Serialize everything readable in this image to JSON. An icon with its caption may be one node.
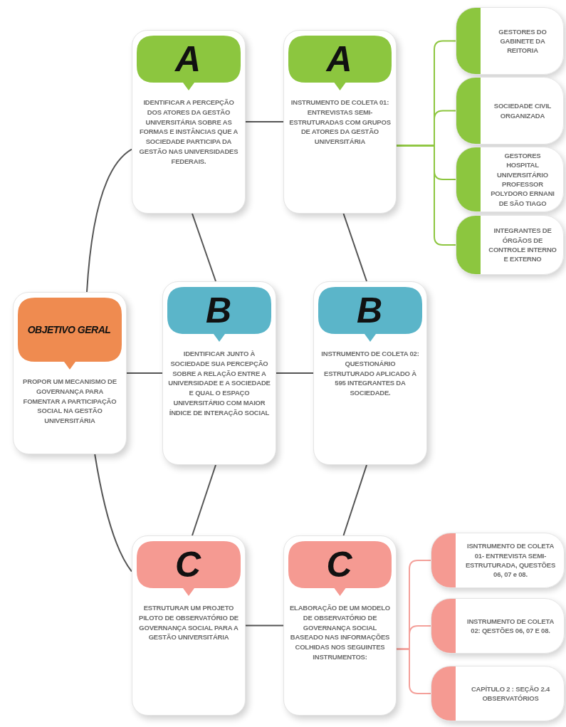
{
  "diagram": {
    "nodes": [
      {
        "text": [
          "A",
          "IDENTIFICAR A PERCEPÇÃO DOS ATORES DA GESTÃO UNIVERSITÁRIA SOBRE AS FORMAS E INSTÂNCIAS QUE A SOCIEDADE PARTICIPA DA GESTÃO NAS UNIVERSIDADES FEDERAIS."
        ]
      },
      {
        "text": [
          "A",
          "INSTRUMENTO DE COLETA 01: ENTREVISTAS SEMI-ESTRUTURADAS COM GRUPOS DE ATORES DA GESTÃO UNIVERSITÁRIA"
        ]
      },
      {
        "text": [
          "GESTORES DO GABINETE DA REITORIA"
        ]
      },
      {
        "text": [
          "SOCIEDADE CIVIL ORGANIZADA"
        ]
      },
      {
        "text": [
          "GESTORES HOSPITAL UNIVERSITÁRIO PROFESSOR POLYDORO ERNANI DE SÃO TIAGO"
        ]
      },
      {
        "text": [
          "INTEGRANTES DE ÓRGÃOS DE CONTROLE INTERNO E EXTERNO"
        ]
      },
      {
        "text": [
          "OBJETIVO GERAL",
          "PROPOR  UM MECANISMO DE GOVERNANÇA PARA FOMENTAR A PARTICIPAÇÃO SOCIAL NA GESTÃO UNIVERSITÁRIA"
        ]
      },
      {
        "text": [
          "B",
          "IDENTIFICAR JUNTO À SOCIEDADE SUA PERCEPÇÃO SOBRE A RELAÇÃO ENTRE A UNIVERSIDADE E A SOCIEDADE E QUAL O ESPAÇO UNIVERSITÁRIO COM MAIOR ÍNDICE DE INTERAÇÃO SOCIAL"
        ]
      },
      {
        "text": [
          "B",
          "INSTRUMENTO DE COLETA 02: QUESTIONÁRIO ESTRUTURADO APLICADO À 595 INTEGRANTES DA SOCIEDADE."
        ]
      },
      {
        "text": [
          "C",
          "ESTRUTURAR UM PROJETO PILOTO DE OBSERVATÓRIO DE GOVERNANÇA SOCIAL PARA A GESTÃO UNIVERSITÁRIA"
        ]
      },
      {
        "text": [
          "C",
          "ELABORAÇÃO DE UM MODELO DE OBSERVATÓRIO DE GOVERNANÇA SOCIAL BASEADO NAS INFORMAÇÕES COLHIDAS NOS SEGUINTES INSTRUMENTOS:"
        ]
      },
      {
        "text": [
          "ISNTRUMENTO DE COLETA 01- ENTREVISTA SEMI-ESTRUTURADA, QUESTÕES  06, 07 e 08."
        ]
      },
      {
        "text": [
          "INSTRUMENTO DE COLETA 02: QESTÕES 06, 07 E 08."
        ]
      },
      {
        "text": [
          "CAPÍTULO 2 : SEÇÃO 2.4 OBSERVATÓRIOS"
        ]
      }
    ],
    "edges": [
      {
        "from": 0,
        "to": 1,
        "arrow": "none"
      },
      {
        "from": 1,
        "to": 2,
        "arrow": "none",
        "color": "#8dc63f"
      },
      {
        "from": 1,
        "to": 3,
        "arrow": "none",
        "color": "#8dc63f"
      },
      {
        "from": 1,
        "to": 4,
        "arrow": "none",
        "color": "#8dc63f"
      },
      {
        "from": 1,
        "to": 5,
        "arrow": "none",
        "color": "#8dc63f"
      },
      {
        "from": 6,
        "to": 0,
        "arrow": "none"
      },
      {
        "from": 0,
        "to": 7,
        "arrow": "none"
      },
      {
        "from": 1,
        "to": 8,
        "arrow": "none"
      },
      {
        "from": 6,
        "to": 7,
        "arrow": "none"
      },
      {
        "from": 7,
        "to": 8,
        "arrow": "none"
      },
      {
        "from": 6,
        "to": 9,
        "arrow": "none"
      },
      {
        "from": 7,
        "to": 9,
        "arrow": "none"
      },
      {
        "from": 8,
        "to": 10,
        "arrow": "none"
      },
      {
        "from": 9,
        "to": 10,
        "arrow": "none"
      },
      {
        "from": 10,
        "to": 11,
        "arrow": "none",
        "color": "#f4a09a"
      },
      {
        "from": 10,
        "to": 12,
        "arrow": "none",
        "color": "#f4a09a"
      },
      {
        "from": 10,
        "to": 13,
        "arrow": "none",
        "color": "#f4a09a"
      }
    ]
  }
}
